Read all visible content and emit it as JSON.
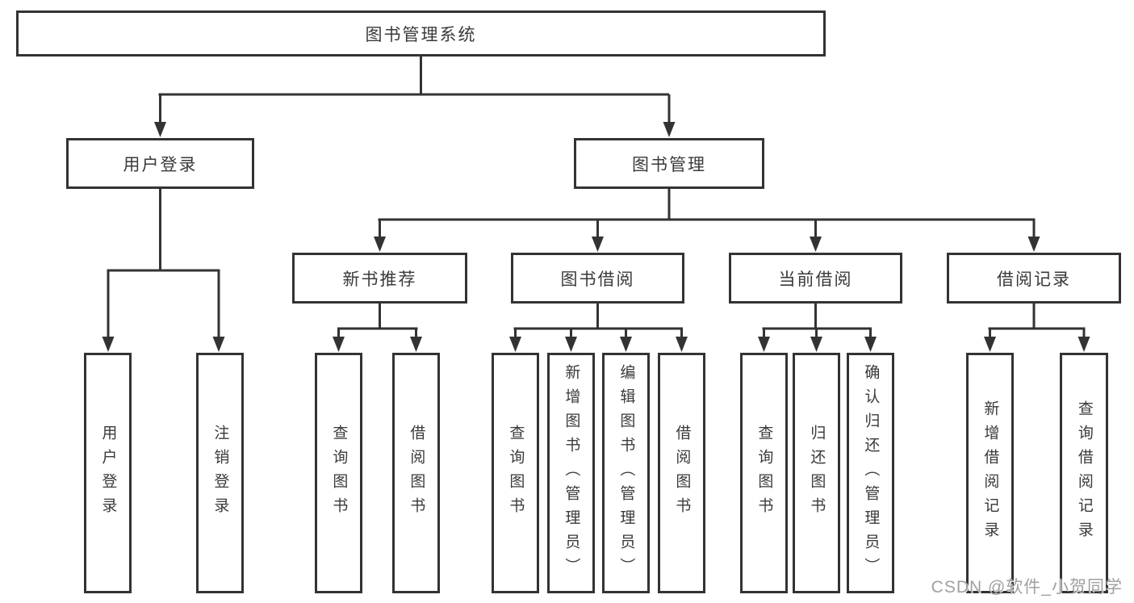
{
  "tree": {
    "label": "图书管理系统",
    "children": [
      {
        "label": "用户登录",
        "children": [
          {
            "label": "用户登录"
          },
          {
            "label": "注销登录"
          }
        ]
      },
      {
        "label": "图书管理",
        "children": [
          {
            "label": "新书推荐",
            "children": [
              {
                "label": "查询图书"
              },
              {
                "label": "借阅图书"
              }
            ]
          },
          {
            "label": "图书借阅",
            "children": [
              {
                "label": "查询图书"
              },
              {
                "label": "新增图书（管理员）"
              },
              {
                "label": "编辑图书（管理员）"
              },
              {
                "label": "借阅图书"
              }
            ]
          },
          {
            "label": "当前借阅",
            "children": [
              {
                "label": "查询图书"
              },
              {
                "label": "归还图书"
              },
              {
                "label": "确认归还（管理员）"
              }
            ]
          },
          {
            "label": "借阅记录",
            "children": [
              {
                "label": "新增借阅记录"
              },
              {
                "label": "查询借阅记录"
              }
            ]
          }
        ]
      }
    ]
  },
  "watermark": {
    "text": "CSDN @软件_小贺同学"
  },
  "colors": {
    "line": "#333333",
    "box_border": "#333333",
    "text": "#3a3a3a",
    "watermark": "#a0a0a0",
    "background": "#ffffff"
  }
}
